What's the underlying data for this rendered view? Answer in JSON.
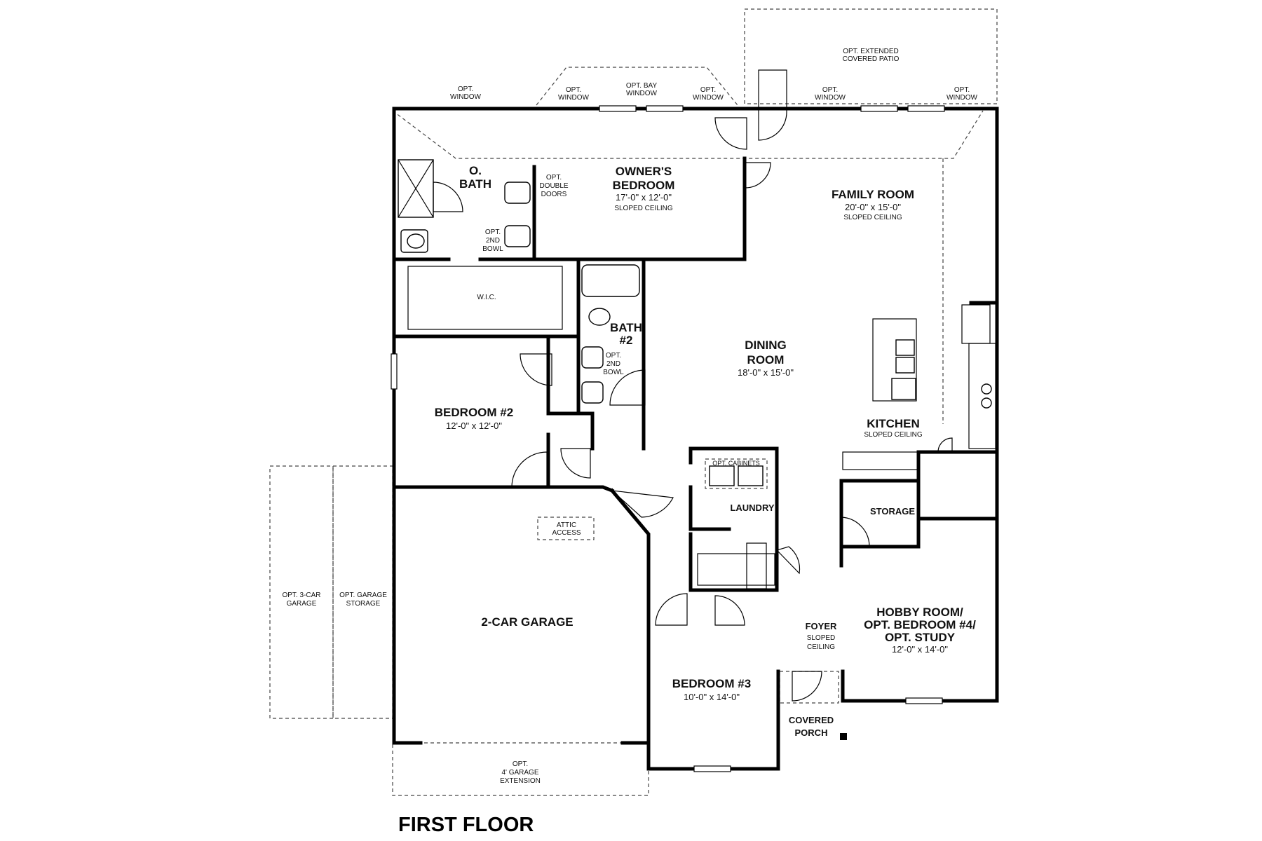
{
  "plan_title": "FIRST FLOOR",
  "rooms": {
    "owners_bedroom": {
      "name_line1": "OWNER'S",
      "name_line2": "BEDROOM",
      "size": "17'-0\" x 12'-0\"",
      "note": "SLOPED CEILING"
    },
    "family_room": {
      "name": "FAMILY ROOM",
      "size": "20'-0\" x 15'-0\"",
      "note": "SLOPED CEILING"
    },
    "o_bath": {
      "name_line1": "O.",
      "name_line2": "BATH"
    },
    "wic": {
      "name": "W.I.C."
    },
    "bath2": {
      "name_line1": "BATH",
      "name_line2": "#2"
    },
    "dining_room": {
      "name_line1": "DINING",
      "name_line2": "ROOM",
      "size": "18'-0\" x 15'-0\""
    },
    "kitchen": {
      "name": "KITCHEN",
      "note": "SLOPED CEILING"
    },
    "bedroom2": {
      "name": "BEDROOM #2",
      "size": "12'-0\" x 12'-0\""
    },
    "laundry": {
      "name": "LAUNDRY"
    },
    "storage": {
      "name": "STORAGE"
    },
    "garage": {
      "name": "2-CAR GARAGE"
    },
    "hobby_room": {
      "name_line1": "HOBBY ROOM/",
      "name_line2": "OPT. BEDROOM #4/",
      "name_line3": "OPT. STUDY",
      "size": "12'-0\" x 14'-0\""
    },
    "foyer": {
      "name": "FOYER",
      "note_line1": "SLOPED",
      "note_line2": "CEILING"
    },
    "bedroom3": {
      "name": "BEDROOM #3",
      "size": "10'-0\" x 14'-0\""
    },
    "covered_porch": {
      "name_line1": "COVERED",
      "name_line2": "PORCH"
    }
  },
  "options": {
    "window1": {
      "line1": "OPT.",
      "line2": "WINDOW"
    },
    "window2": {
      "line1": "OPT.",
      "line2": "WINDOW"
    },
    "bay_window": {
      "line1": "OPT. BAY",
      "line2": "WINDOW"
    },
    "window3": {
      "line1": "OPT.",
      "line2": "WINDOW"
    },
    "window4": {
      "line1": "OPT.",
      "line2": "WINDOW"
    },
    "window5": {
      "line1": "OPT.",
      "line2": "WINDOW"
    },
    "extended_patio": {
      "line1": "OPT. EXTENDED",
      "line2": "COVERED PATIO"
    },
    "double_doors": {
      "line1": "OPT.",
      "line2": "DOUBLE",
      "line3": "DOORS"
    },
    "second_bowl_owner": {
      "line1": "OPT.",
      "line2": "2ND",
      "line3": "BOWL"
    },
    "second_bowl_bath2": {
      "line1": "OPT.",
      "line2": "2ND",
      "line3": "BOWL"
    },
    "cabinets": {
      "text": "OPT. CABINETS"
    },
    "attic": {
      "line1": "ATTIC",
      "line2": "ACCESS"
    },
    "three_car": {
      "line1": "OPT. 3-CAR",
      "line2": "GARAGE"
    },
    "garage_storage": {
      "line1": "OPT. GARAGE",
      "line2": "STORAGE"
    },
    "garage_extension": {
      "line1": "OPT.",
      "line2": "4' GARAGE",
      "line3": "EXTENSION"
    }
  }
}
